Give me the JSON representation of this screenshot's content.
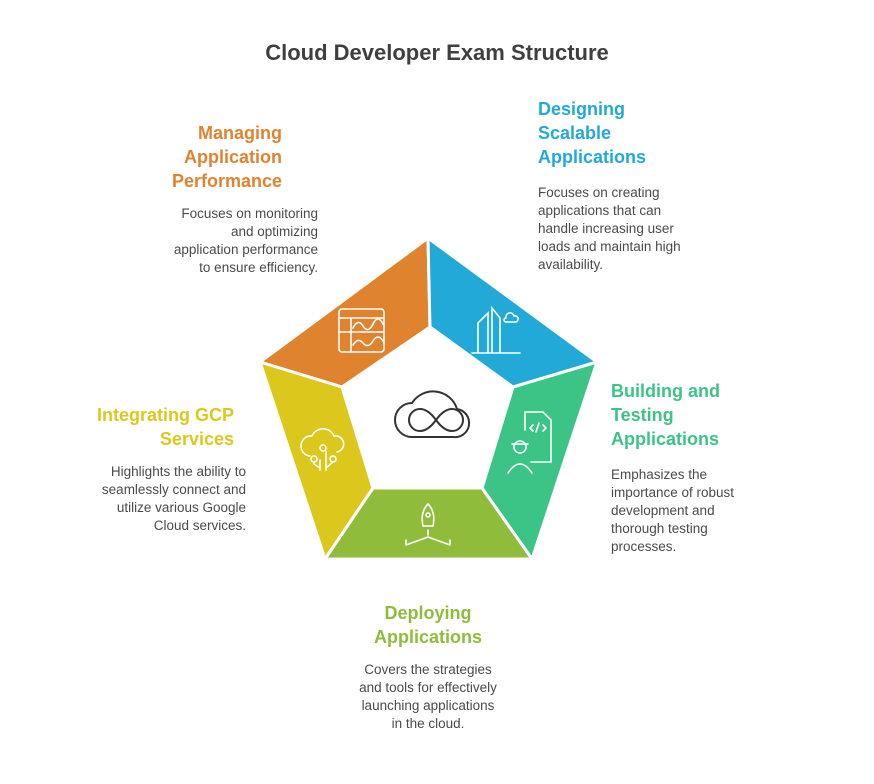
{
  "title": "Cloud Developer Exam Structure",
  "colors": {
    "orange": "#E0832F",
    "blue": "#22A9D8",
    "green": "#3CC487",
    "lime": "#8FBC3B",
    "yellow": "#DCC81C"
  },
  "sections": [
    {
      "title": "Managing Application Performance",
      "lines": [
        "Managing",
        "Application",
        "Performance"
      ],
      "desc": [
        "Focuses on monitoring",
        "and optimizing",
        "application performance",
        "to ensure efficiency."
      ],
      "icon": "dashboard-chart-icon"
    },
    {
      "title": "Designing Scalable Applications",
      "lines": [
        "Designing",
        "Scalable",
        "Applications"
      ],
      "desc": [
        "Focuses on creating",
        "applications that can",
        "handle increasing user",
        "loads and maintain high",
        "availability."
      ],
      "icon": "buildings-cloud-icon"
    },
    {
      "title": "Building and Testing Applications",
      "lines": [
        "Building and",
        "Testing",
        "Applications"
      ],
      "desc": [
        "Emphasizes the",
        "importance of robust",
        "development and",
        "thorough testing",
        "processes."
      ],
      "icon": "developer-code-icon"
    },
    {
      "title": "Deploying Applications",
      "lines": [
        "Deploying",
        "Applications"
      ],
      "desc": [
        "Covers the strategies",
        "and tools for effectively",
        "launching applications",
        "in the cloud."
      ],
      "icon": "rocket-launch-icon"
    },
    {
      "title": "Integrating GCP Services",
      "lines": [
        "Integrating GCP",
        "Services"
      ],
      "desc": [
        "Highlights the ability to",
        "seamlessly connect and",
        "utilize various Google",
        "Cloud services."
      ],
      "icon": "cloud-network-icon"
    }
  ]
}
